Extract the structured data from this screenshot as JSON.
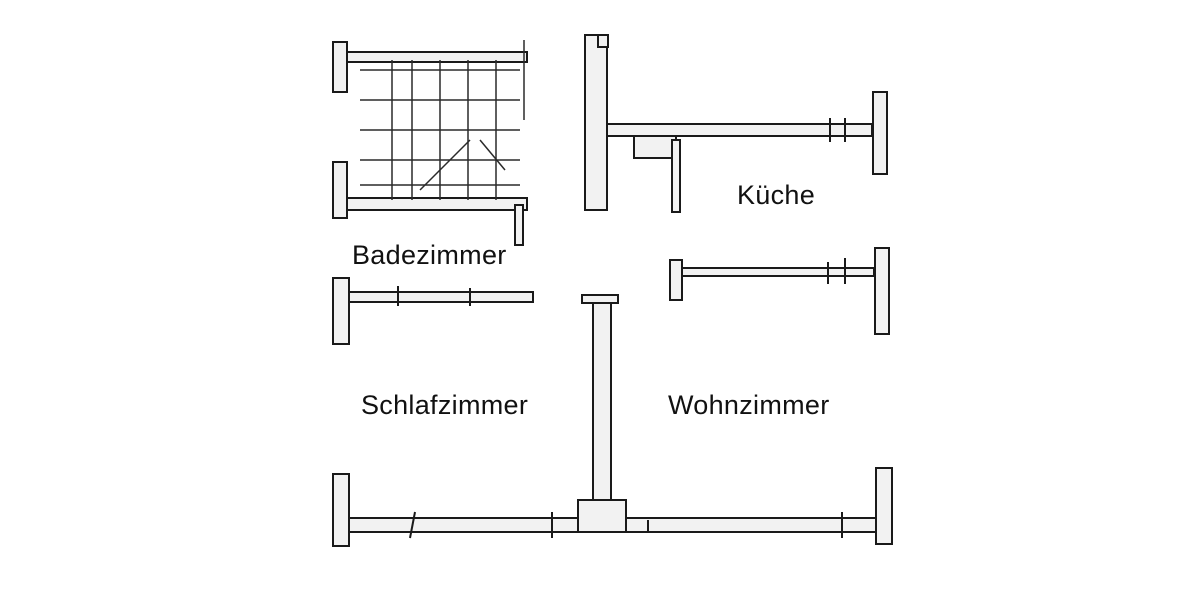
{
  "floor_plan": {
    "rooms": [
      {
        "id": "bad",
        "label": "Badezimmer"
      },
      {
        "id": "kueche",
        "label": "Küche"
      },
      {
        "id": "schlaf",
        "label": "Schlafzimmer"
      },
      {
        "id": "wohn",
        "label": "Wohnzimmer"
      }
    ],
    "colors": {
      "wall_stroke": "#1a1a1a",
      "wall_fill": "#f2f2f2",
      "label": "#111111",
      "background": "#ffffff"
    }
  }
}
